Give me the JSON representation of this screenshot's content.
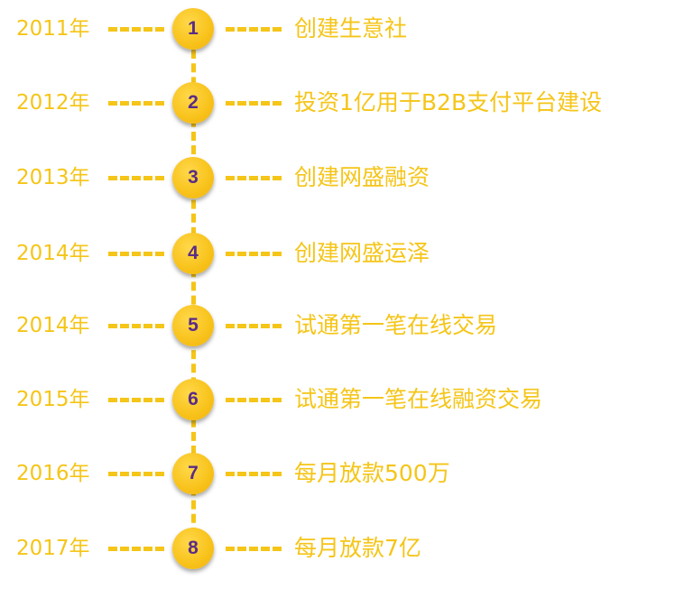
{
  "timeline": {
    "items": [
      {
        "year": "2011年",
        "number": "1",
        "event": "创建生意社"
      },
      {
        "year": "2012年",
        "number": "2",
        "event": "投资1亿用于B2B支付平台建设"
      },
      {
        "year": "2013年",
        "number": "3",
        "event": "创建网盛融资"
      },
      {
        "year": "2014年",
        "number": "4",
        "event": "创建网盛运泽"
      },
      {
        "year": "2014年",
        "number": "5",
        "event": "试通第一笔在线交易"
      },
      {
        "year": "2015年",
        "number": "6",
        "event": "试通第一笔在线融资交易"
      },
      {
        "year": "2016年",
        "number": "7",
        "event": "每月放款500万"
      },
      {
        "year": "2017年",
        "number": "8",
        "event": "每月放款7亿"
      }
    ]
  },
  "colors": {
    "accent": "#f5c518",
    "number_text": "#5a2c86"
  }
}
